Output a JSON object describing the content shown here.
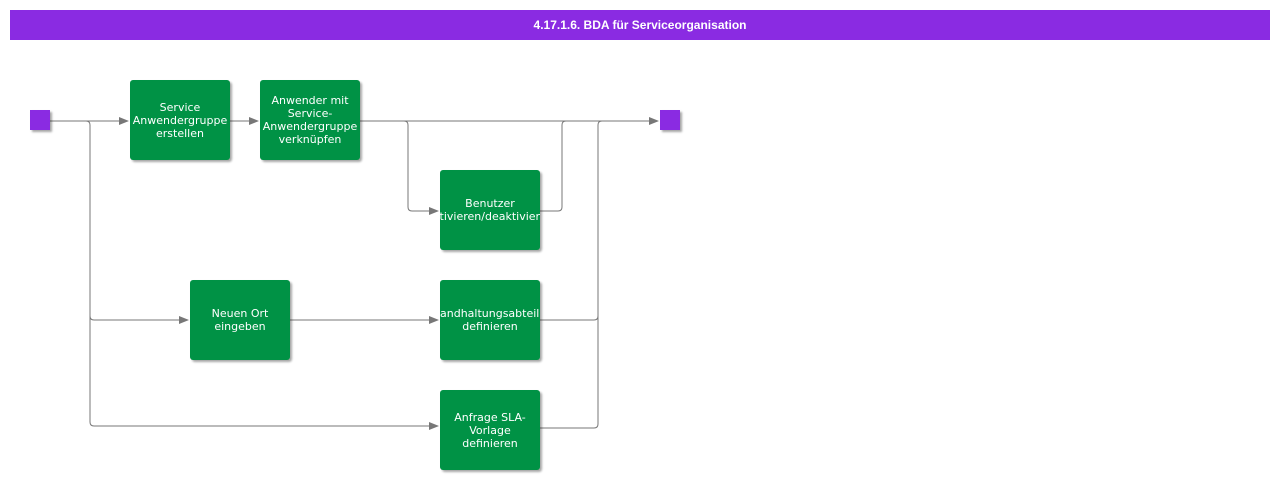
{
  "title": "4.17.1.6. BDA für Serviceorganisation",
  "colors": {
    "title_bar": "#8a2be2",
    "terminal": "#8a2be2",
    "task": "#009245",
    "connector": "#777777"
  },
  "nodes": {
    "service_anwendergruppe": "Service\nAnwendergruppe\nerstellen",
    "anwender_verknuepfen": "Anwender mit\nService-\nAnwendergruppe\nverknüpfen",
    "benutzer_aktivieren": "Benutzer\naktivieren/deaktivieren",
    "neuen_ort": "Neuen Ort\neingeben",
    "instandhaltung": "Instandhaltungsabteilung\ndefinieren",
    "anfrage_sla": "Anfrage SLA-\nVorlage\ndefinieren"
  }
}
